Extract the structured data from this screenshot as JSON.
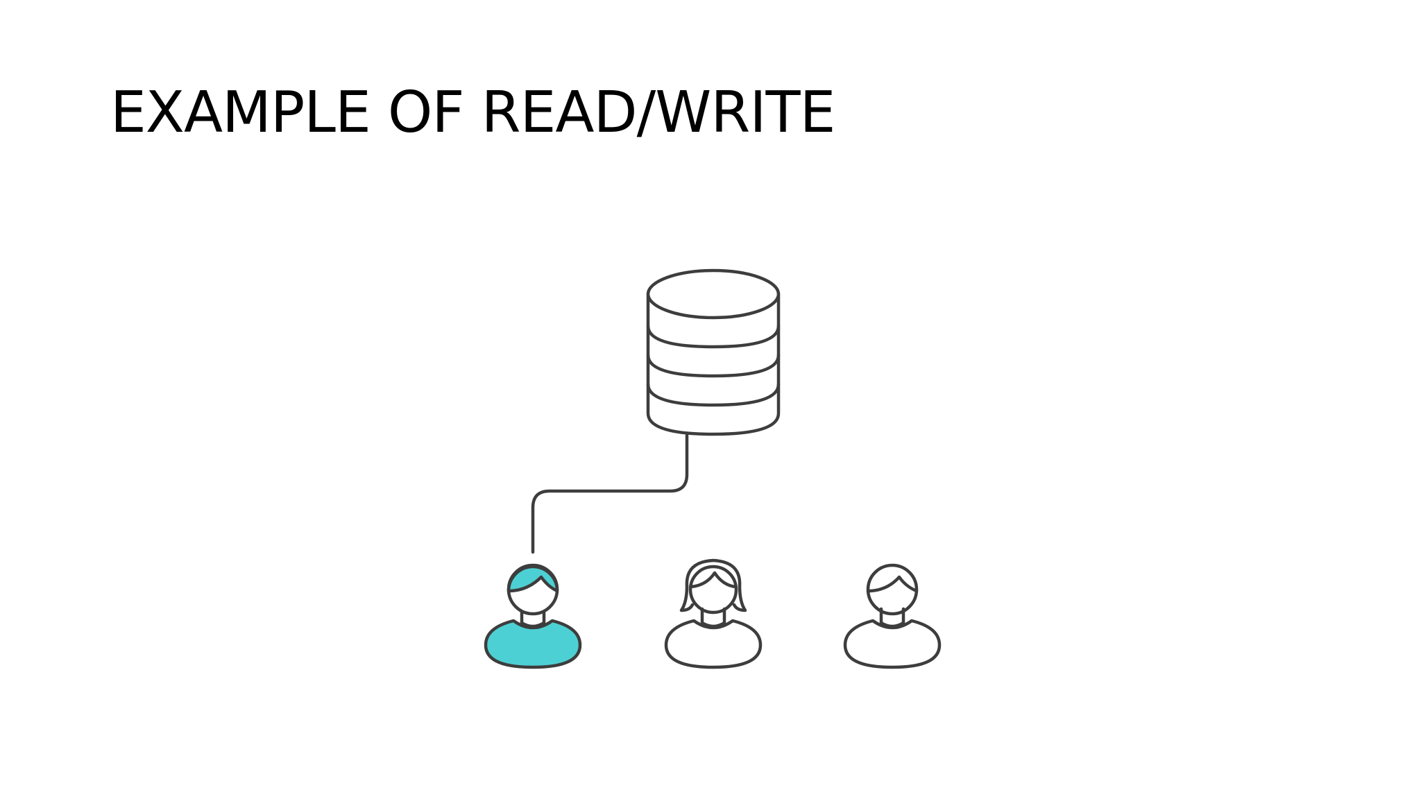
{
  "slide": {
    "title": "EXAMPLE OF READ/WRITE"
  },
  "diagram": {
    "database": {
      "icon": "database-icon",
      "layers": 4
    },
    "users": [
      {
        "icon": "user-male-icon",
        "highlighted": true
      },
      {
        "icon": "user-female-icon",
        "highlighted": false
      },
      {
        "icon": "user-male-icon",
        "highlighted": false
      }
    ],
    "connection": {
      "from": "database",
      "to": "user-1"
    },
    "colors": {
      "stroke": "#3d3d3d",
      "highlight": "#4dd0d3",
      "background": "#ffffff"
    }
  }
}
